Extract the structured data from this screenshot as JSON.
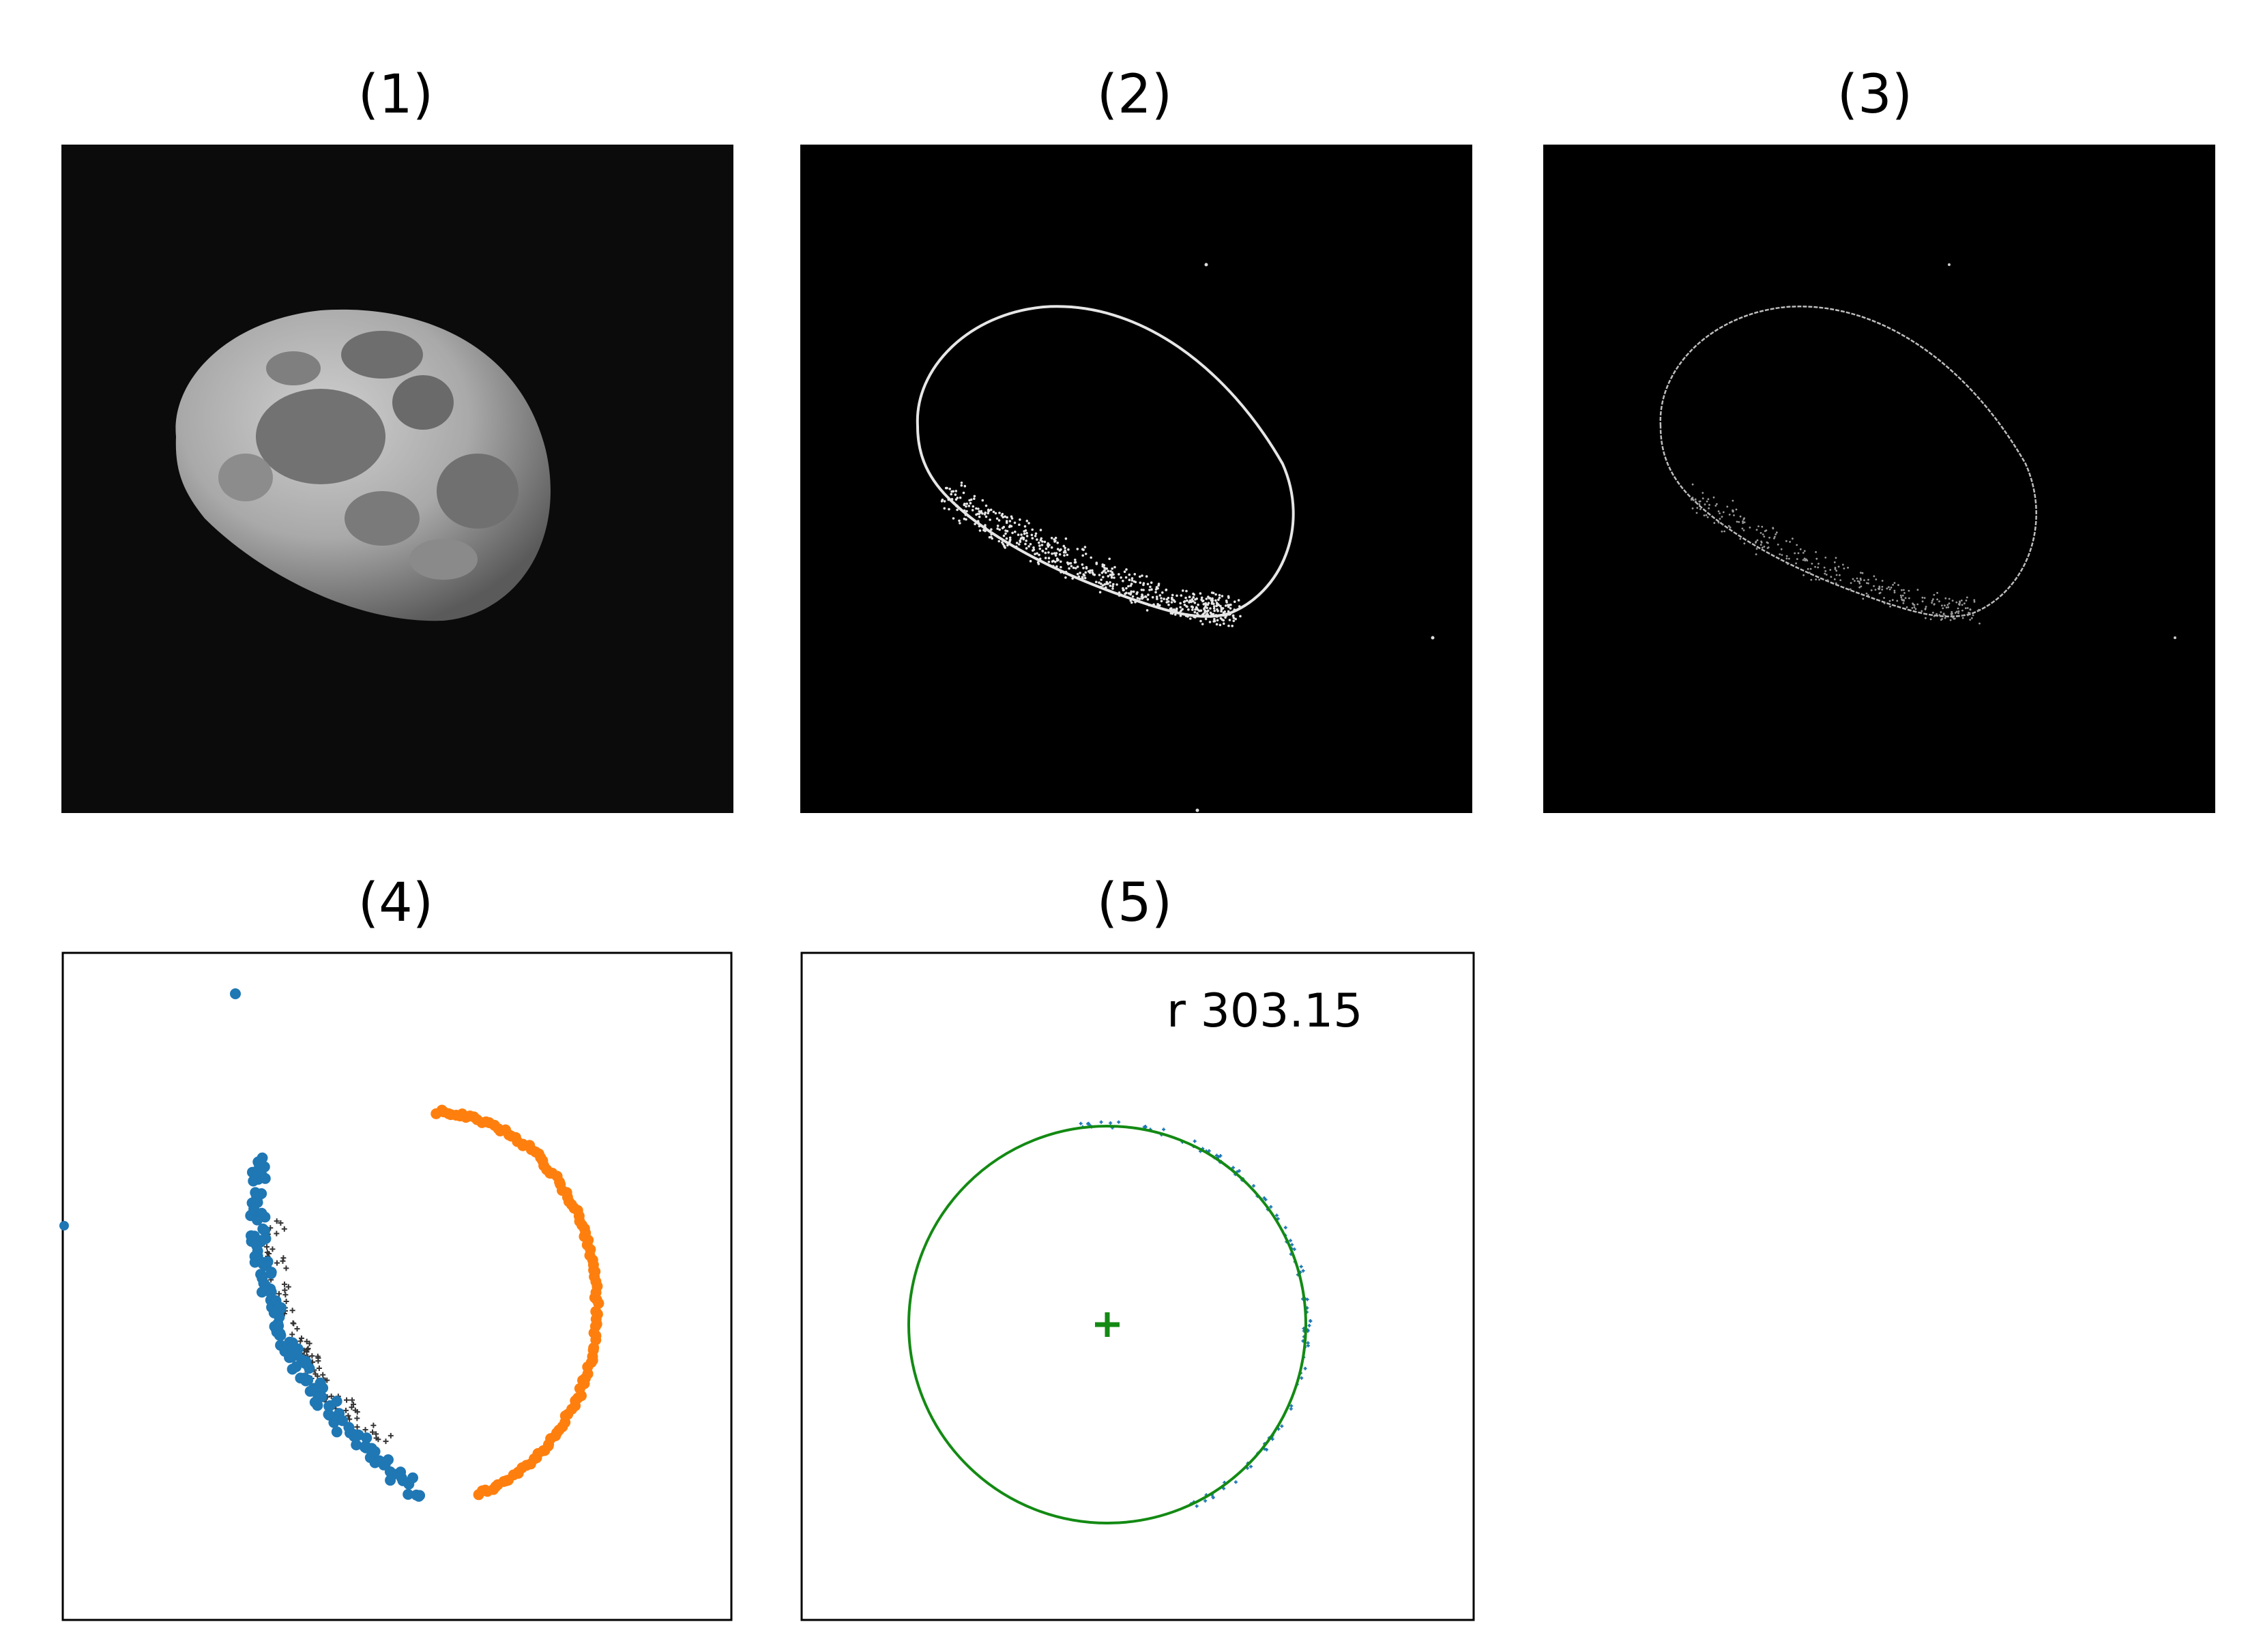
{
  "figure": {
    "panels": [
      {
        "id": "p1",
        "title": "(1)",
        "content": "grayscale moon photograph"
      },
      {
        "id": "p2",
        "title": "(2)",
        "content": "edge map"
      },
      {
        "id": "p3",
        "title": "(3)",
        "content": "thinned edge map"
      },
      {
        "id": "p4",
        "title": "(4)",
        "content": "classified edge points"
      },
      {
        "id": "p5",
        "title": "(5)",
        "content": "fitted circle",
        "annotation": "r 303.15"
      }
    ]
  },
  "colors": {
    "image_background": "#000000",
    "edge_line": "#e6e6e6",
    "points_rejected": "#1f77b4",
    "points_accepted": "#ff7f0e",
    "points_black": "#333333",
    "fit_circle": "#138a13",
    "frame": "#000000"
  }
}
